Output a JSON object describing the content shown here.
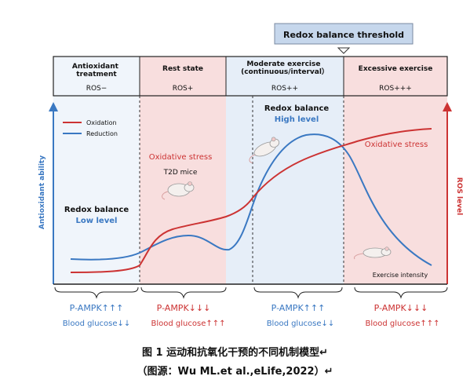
{
  "threshold": {
    "label": "Redox balance threshold"
  },
  "phases": [
    {
      "title": "Antioxidant\ntreatment",
      "ros": "ROS−",
      "bg": "#ffffff"
    },
    {
      "title": "Rest state",
      "ros": "ROS+",
      "bg": "#f8dede"
    },
    {
      "title": "Moderate exercise\n(continuous/interval）",
      "ros": "ROS++",
      "bg": "#e6eef8"
    },
    {
      "title": "Excessive exercise",
      "ros": "ROS+++",
      "bg": "#f8dede"
    }
  ],
  "axes": {
    "left": "Antioxidant ability",
    "right": "ROS level",
    "x": "Exercise intensity"
  },
  "legend": [
    {
      "name": "Oxidation",
      "color": "#cc3333"
    },
    {
      "name": "Reduction",
      "color": "#3a78c2"
    }
  ],
  "annotations": {
    "oxidative_stress_left": "Oxidative stress",
    "t2d_mice": "T2D mice",
    "redox_low_title": "Redox balance",
    "redox_low_level": "Low level",
    "redox_high_title": "Redox balance",
    "redox_high_level": "High level",
    "oxidative_stress_right": "Oxidative stress"
  },
  "brackets": [
    {
      "ampk": "P-AMPK↑↑↑",
      "glucose": "Blood glucose↓↓",
      "color": "#3a78c2"
    },
    {
      "ampk": "P-AMPK↓↓↓",
      "glucose": "Blood glucose↑↑↑",
      "color": "#cc3333"
    },
    {
      "ampk": "P-AMPK↑↑↑",
      "glucose": "Blood glucose↓↓",
      "color": "#3a78c2"
    },
    {
      "ampk": "P-AMPK↓↓↓",
      "glucose": "Blood glucose↑↑↑",
      "color": "#cc3333"
    }
  ],
  "caption": {
    "line1": "图 1 运动和抗氧化干预的不同机制模型↵",
    "line2": "（图源：Wu ML.et al.,eLife,2022）↵"
  },
  "colors": {
    "oxidation": "#cc3333",
    "reduction": "#3a78c2",
    "axis_left": "#3a78c2",
    "axis_right": "#cc3333"
  }
}
